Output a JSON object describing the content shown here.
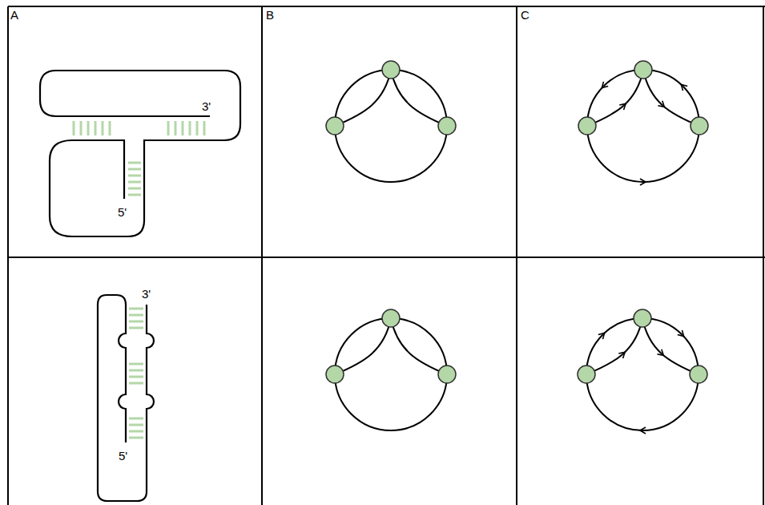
{
  "diagram": {
    "labels": [
      "A",
      "B",
      "C",
      "3'",
      "5'",
      "3'",
      "5'"
    ]
  }
}
